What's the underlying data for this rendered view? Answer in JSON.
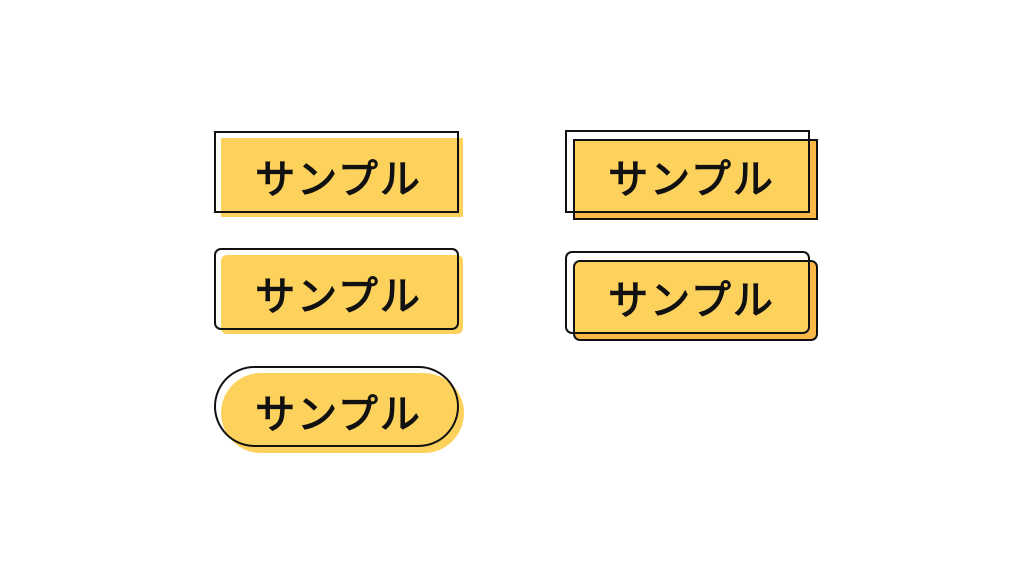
{
  "colors": {
    "yellow": "#FDD25C",
    "orange": "#FBB847",
    "outline": "#111111",
    "background": "#FFFFFF"
  },
  "buttons": [
    {
      "id": "offset-rect",
      "label": "サンプル",
      "style": "offset fill, square outline"
    },
    {
      "id": "offset-rounded",
      "label": "サンプル",
      "style": "offset fill, rounded outline"
    },
    {
      "id": "offset-pill",
      "label": "サンプル",
      "style": "offset fill, pill outline"
    },
    {
      "id": "stacked-rect",
      "label": "サンプル",
      "style": "stacked outline over bordered fill with shadow, square"
    },
    {
      "id": "stacked-rounded",
      "label": "サンプル",
      "style": "stacked outline over bordered fill with shadow, rounded"
    }
  ]
}
